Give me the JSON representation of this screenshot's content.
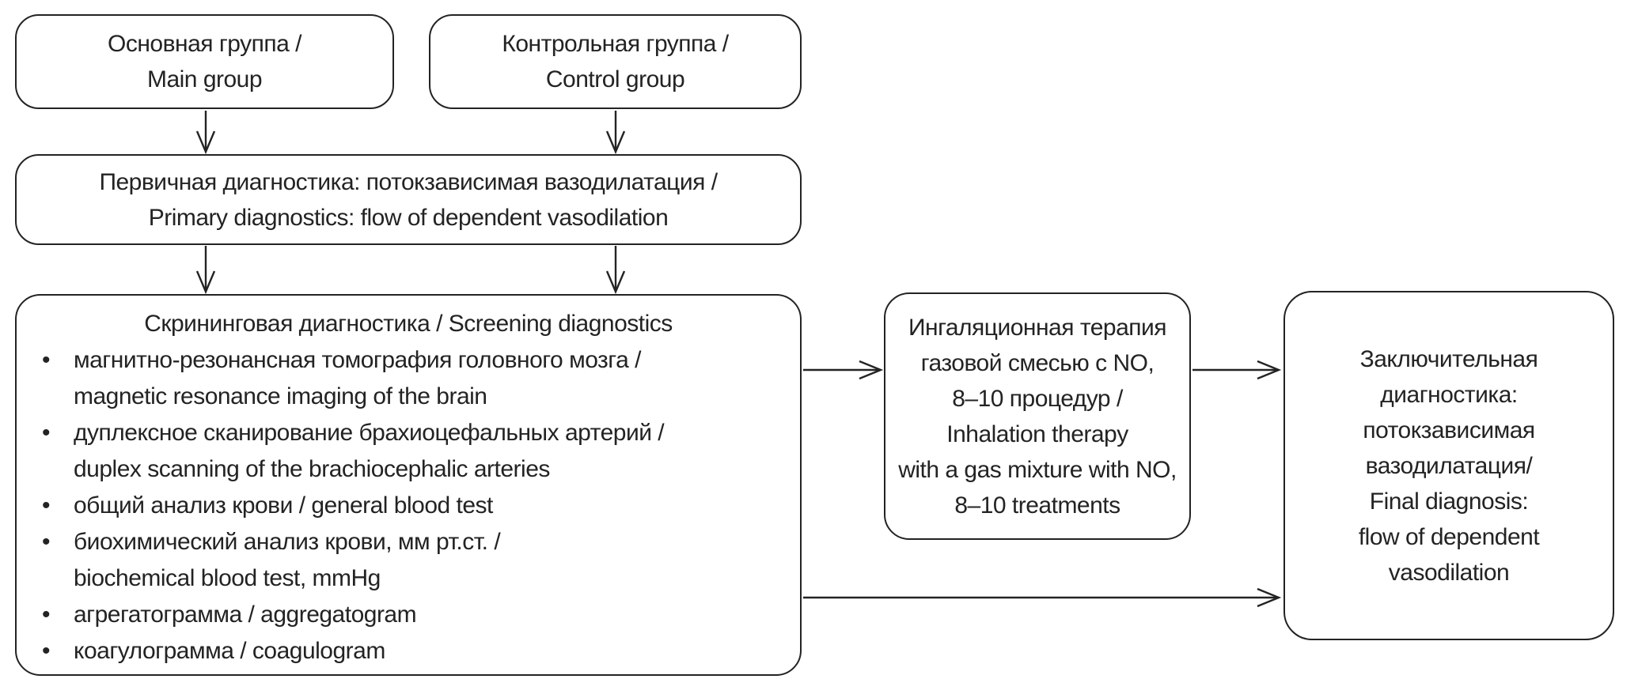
{
  "colors": {
    "background": "#ffffff",
    "line": "#232323",
    "text": "#232323"
  },
  "diagram": {
    "boxes": {
      "main_group": {
        "lines": [
          "Основная группа /",
          "Main group"
        ]
      },
      "control_group": {
        "lines": [
          "Контрольная группа /",
          "Control group"
        ]
      },
      "primary_diagnostics": {
        "lines": [
          "Первичная диагностика: потокзависимая вазодилатация /",
          "Primary diagnostics: flow of dependent vasodilation"
        ]
      },
      "screening": {
        "title": "Скрининговая диагностика / Screening diagnostics",
        "bullet_glyph": "•",
        "bullets": [
          {
            "lines": [
              "магнитно-резонансная томография головного мозга /",
              "magnetic resonance imaging of the brain"
            ]
          },
          {
            "lines": [
              "дуплексное сканирование брахиоцефальных артерий /",
              "duplex scanning of the brachiocephalic arteries"
            ]
          },
          {
            "lines": [
              "общий анализ крови / general blood test"
            ]
          },
          {
            "lines": [
              "биохимический анализ крови, мм рт.ст. /",
              "biochemical blood test, mmHg"
            ]
          },
          {
            "lines": [
              "агрегатограмма / aggregatogram"
            ]
          },
          {
            "lines": [
              "коагулограмма / coagulogram"
            ]
          }
        ]
      },
      "inhalation": {
        "lines": [
          "Ингаляционная терапия",
          "газовой смесью с NO,",
          "8–10 процедур /",
          "Inhalation therapy",
          "with a gas mixture with NO,",
          "8–10 treatments"
        ]
      },
      "final_diagnostics": {
        "lines": [
          "Заключительная",
          "диагностика:",
          "потокзависимая",
          "вазодилатация/",
          "Final diagnosis:",
          "flow of dependent",
          "vasodilation"
        ]
      }
    }
  }
}
